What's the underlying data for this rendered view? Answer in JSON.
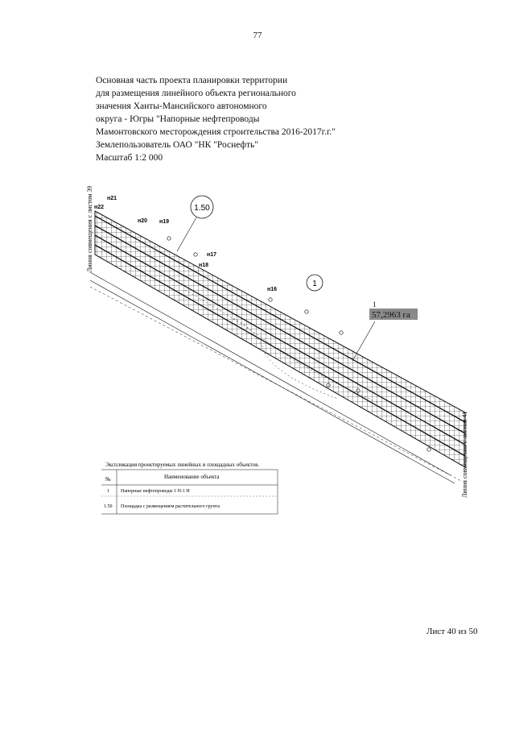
{
  "page_number": "77",
  "header": {
    "lines": [
      "Основная часть проекта планировки территории",
      "для размещения линейного объекта регионального",
      "значения Ханты-Мансийского автономного",
      "округа - Югры \"Напорные нефтепроводы",
      "Мамонтовского месторождения строительства 2016-2017г.г.\"",
      "Землепользователь ОАО \"НК \"Роснефть\"",
      "Масштаб 1:2 000"
    ]
  },
  "map": {
    "left_edge_label": "Линия совмещения с листом 39",
    "right_edge_label": "Линия совмещения с листом 41",
    "points": [
      "н21",
      "н22",
      "н20",
      "н19",
      "н18",
      "н17",
      "н16"
    ],
    "circle_label_scale": "1.50",
    "circle_label_object": "1",
    "area_number": "1",
    "area_value": "57,2963 га"
  },
  "legend": {
    "title": "Экспликация проектируемых линейных и площадных объектов.",
    "col_no": "№",
    "col_name": "Наименование объекта",
    "rows": [
      {
        "no": "1",
        "name": "Напорные нефтепроводы 1 Н-1 Н"
      },
      {
        "no": "1.50",
        "name": "Площадка с размещением растительного грунта"
      }
    ]
  },
  "footer": {
    "sheet": "Лист 40 из 50"
  },
  "colors": {
    "ink": "#111111",
    "area_fill": "#8a8a8a"
  }
}
